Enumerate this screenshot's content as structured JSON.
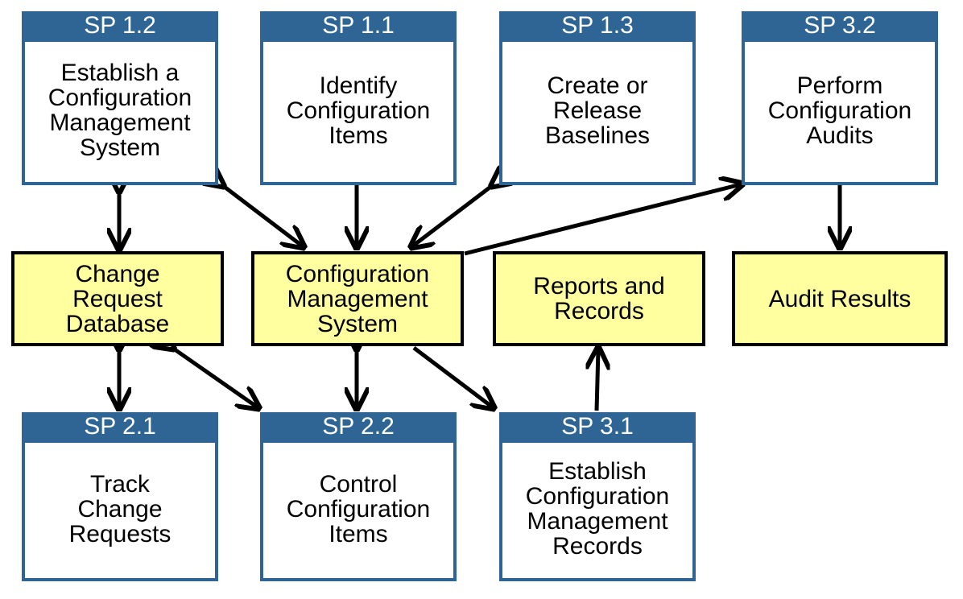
{
  "colors": {
    "header": "#2e6595",
    "work_product_fill": "#ffffa0",
    "arrow": "#000000"
  },
  "practices": {
    "sp12": {
      "id": "SP 1.2",
      "text": "Establish a\nConfiguration\nManagement\nSystem"
    },
    "sp11": {
      "id": "SP 1.1",
      "text": "Identify\nConfiguration\nItems"
    },
    "sp13": {
      "id": "SP 1.3",
      "text": "Create or\nRelease\nBaselines"
    },
    "sp32": {
      "id": "SP 3.2",
      "text": "Perform\nConfiguration\nAudits"
    },
    "sp21": {
      "id": "SP 2.1",
      "text": "Track\nChange\nRequests"
    },
    "sp22": {
      "id": "SP 2.2",
      "text": "Control\nConfiguration\nItems"
    },
    "sp31": {
      "id": "SP 3.1",
      "text": "Establish\nConfiguration\nManagement\nRecords"
    }
  },
  "work_products": {
    "crd": "Change\nRequest\nDatabase",
    "cms": "Configuration\nManagement\nSystem",
    "rr": "Reports and\nRecords",
    "ar": "Audit Results"
  }
}
